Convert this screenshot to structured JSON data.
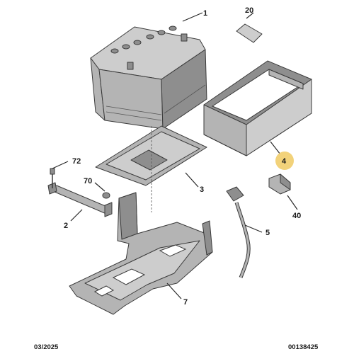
{
  "callouts": {
    "c1": "1",
    "c20": "20",
    "c4": "4",
    "c72": "72",
    "c70": "70",
    "c3": "3",
    "c40": "40",
    "c2": "2",
    "c5": "5",
    "c7": "7"
  },
  "footer": {
    "date": "03/2025",
    "ref": "00138425"
  },
  "colors": {
    "part_fill": "#b4b4b4",
    "outline": "#3a3a3a",
    "highlight": "#f2d27a"
  }
}
